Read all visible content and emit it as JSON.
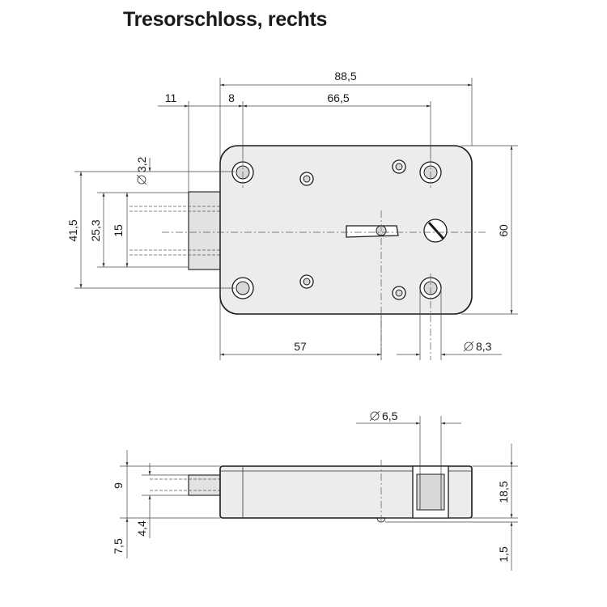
{
  "title": "Tresorschloss, rechts",
  "dimensions": {
    "overall_length": "88,5",
    "latch_offset": "11",
    "hole_edge_offset": "8",
    "hole_spacing": "66,5",
    "small_hole_dia": "3,2",
    "height_outer": "41,5",
    "height_mid": "25,3",
    "bolt_height": "15",
    "body_height": "60",
    "key_position": "57",
    "hole_dia": "8,3",
    "side_hole_dia": "6,5",
    "side_bolt": "9",
    "side_offset": "4,4",
    "side_lower": "7,5",
    "body_thickness": "18,5",
    "base_offset": "1,5"
  },
  "colors": {
    "body_fill": "#ececec",
    "line": "#1a1a1a"
  }
}
